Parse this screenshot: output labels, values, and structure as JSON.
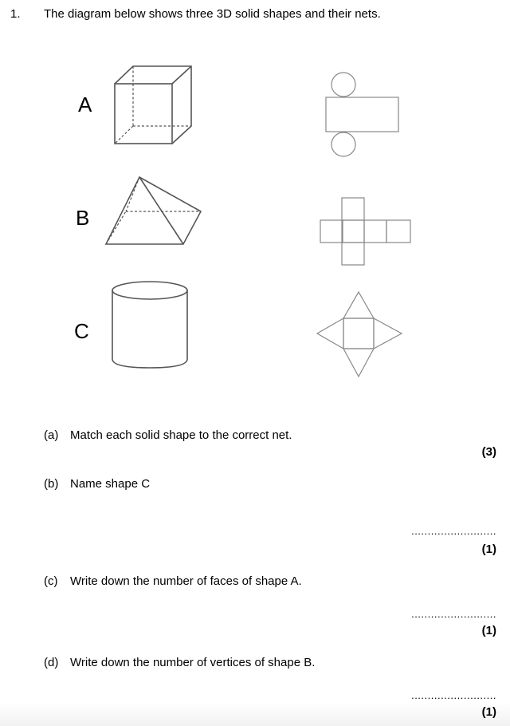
{
  "question": {
    "number": "1.",
    "intro": "The diagram below shows three 3D solid shapes and their nets."
  },
  "shapes": {
    "a_label": "A",
    "b_label": "B",
    "c_label": "C"
  },
  "parts": [
    {
      "label": "(a)",
      "text": "Match each solid shape to the correct net.",
      "marks": "(3)"
    },
    {
      "label": "(b)",
      "text": "Name shape C",
      "answer_line": "..........................",
      "marks": "(1)"
    },
    {
      "label": "(c)",
      "text": "Write down the number of faces of shape A.",
      "answer_line": "..........................",
      "marks": "(1)"
    },
    {
      "label": "(d)",
      "text": "Write down the number of vertices of shape B.",
      "answer_line": "..........................",
      "marks": "(1)"
    }
  ]
}
